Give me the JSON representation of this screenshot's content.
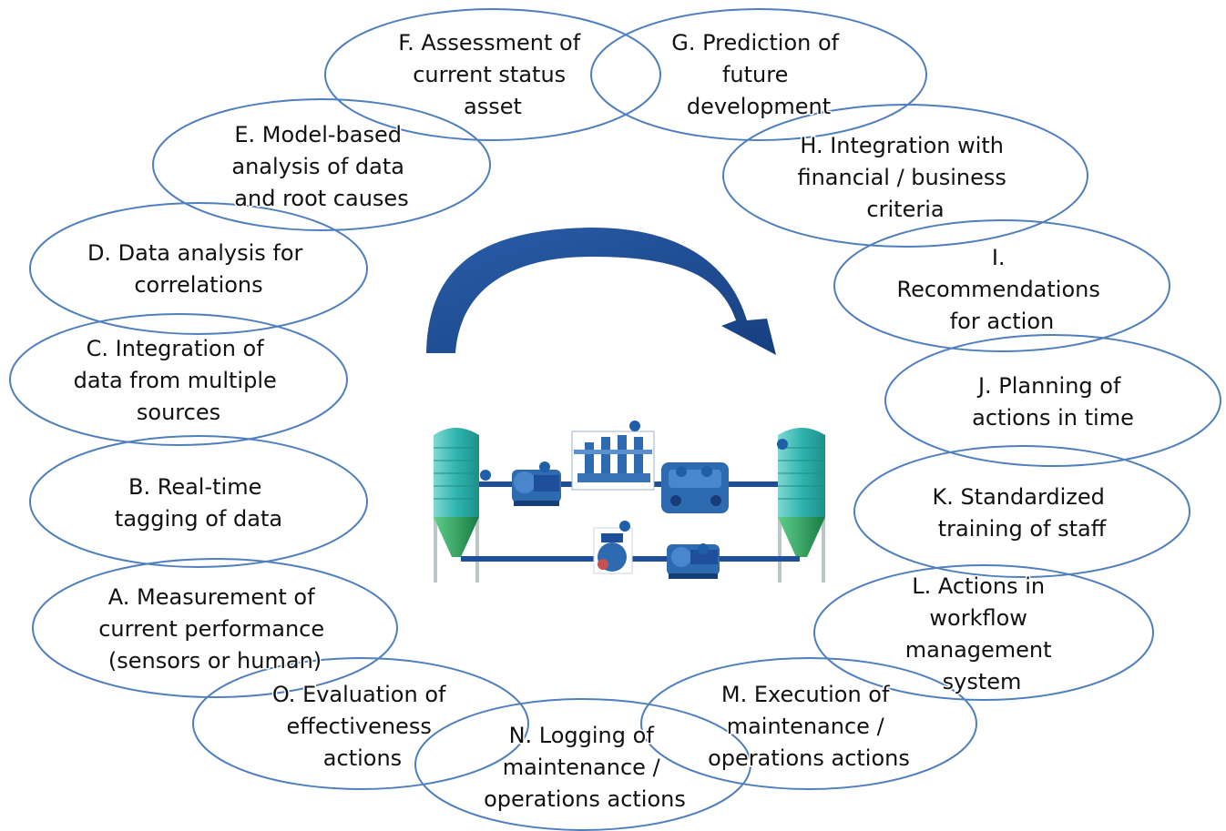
{
  "diagram": {
    "steps": [
      {
        "id": "A",
        "lines": [
          "A. Measurement of",
          "current performance",
          "(sensors or human)"
        ]
      },
      {
        "id": "B",
        "lines": [
          "B. Real-time",
          "tagging of data"
        ]
      },
      {
        "id": "C",
        "lines": [
          "C. Integration of",
          "data from multiple",
          "sources"
        ]
      },
      {
        "id": "D",
        "lines": [
          "D. Data analysis for",
          "correlations"
        ]
      },
      {
        "id": "E",
        "lines": [
          "E. Model-based",
          "analysis of data",
          "and root causes"
        ]
      },
      {
        "id": "F",
        "lines": [
          "F. Assessment of",
          "current status",
          "asset"
        ]
      },
      {
        "id": "G",
        "lines": [
          "G. Prediction of",
          "future",
          "development"
        ]
      },
      {
        "id": "H",
        "lines": [
          "H. Integration with",
          "financial / business",
          "criteria"
        ]
      },
      {
        "id": "I",
        "lines": [
          "I.",
          "Recommendations",
          "for action"
        ]
      },
      {
        "id": "J",
        "lines": [
          "J. Planning of",
          "actions in time"
        ]
      },
      {
        "id": "K",
        "lines": [
          "K. Standardized",
          "training of staff"
        ]
      },
      {
        "id": "L",
        "lines": [
          "L. Actions in",
          "workflow",
          "management",
          "system"
        ]
      },
      {
        "id": "M",
        "lines": [
          "M. Execution of",
          "maintenance /",
          "operations actions"
        ]
      },
      {
        "id": "N",
        "lines": [
          "N. Logging of",
          "maintenance /",
          "operations actions"
        ]
      },
      {
        "id": "O",
        "lines": [
          "O. Evaluation of",
          "effectiveness",
          "actions"
        ]
      }
    ],
    "colors": {
      "ellipse_stroke": "#4f7fbf",
      "arrow": "#1f4f9a",
      "silo_body": "#2fb5ae",
      "silo_cone": "#1e9a55",
      "pipe": "#1f4f9a",
      "equipment": "#2e6ab0"
    },
    "center_icons": [
      "left-silo-icon",
      "pump-icon",
      "booster-station-icon",
      "compressor-icon",
      "valve-icon",
      "pump-icon",
      "right-silo-icon"
    ]
  }
}
